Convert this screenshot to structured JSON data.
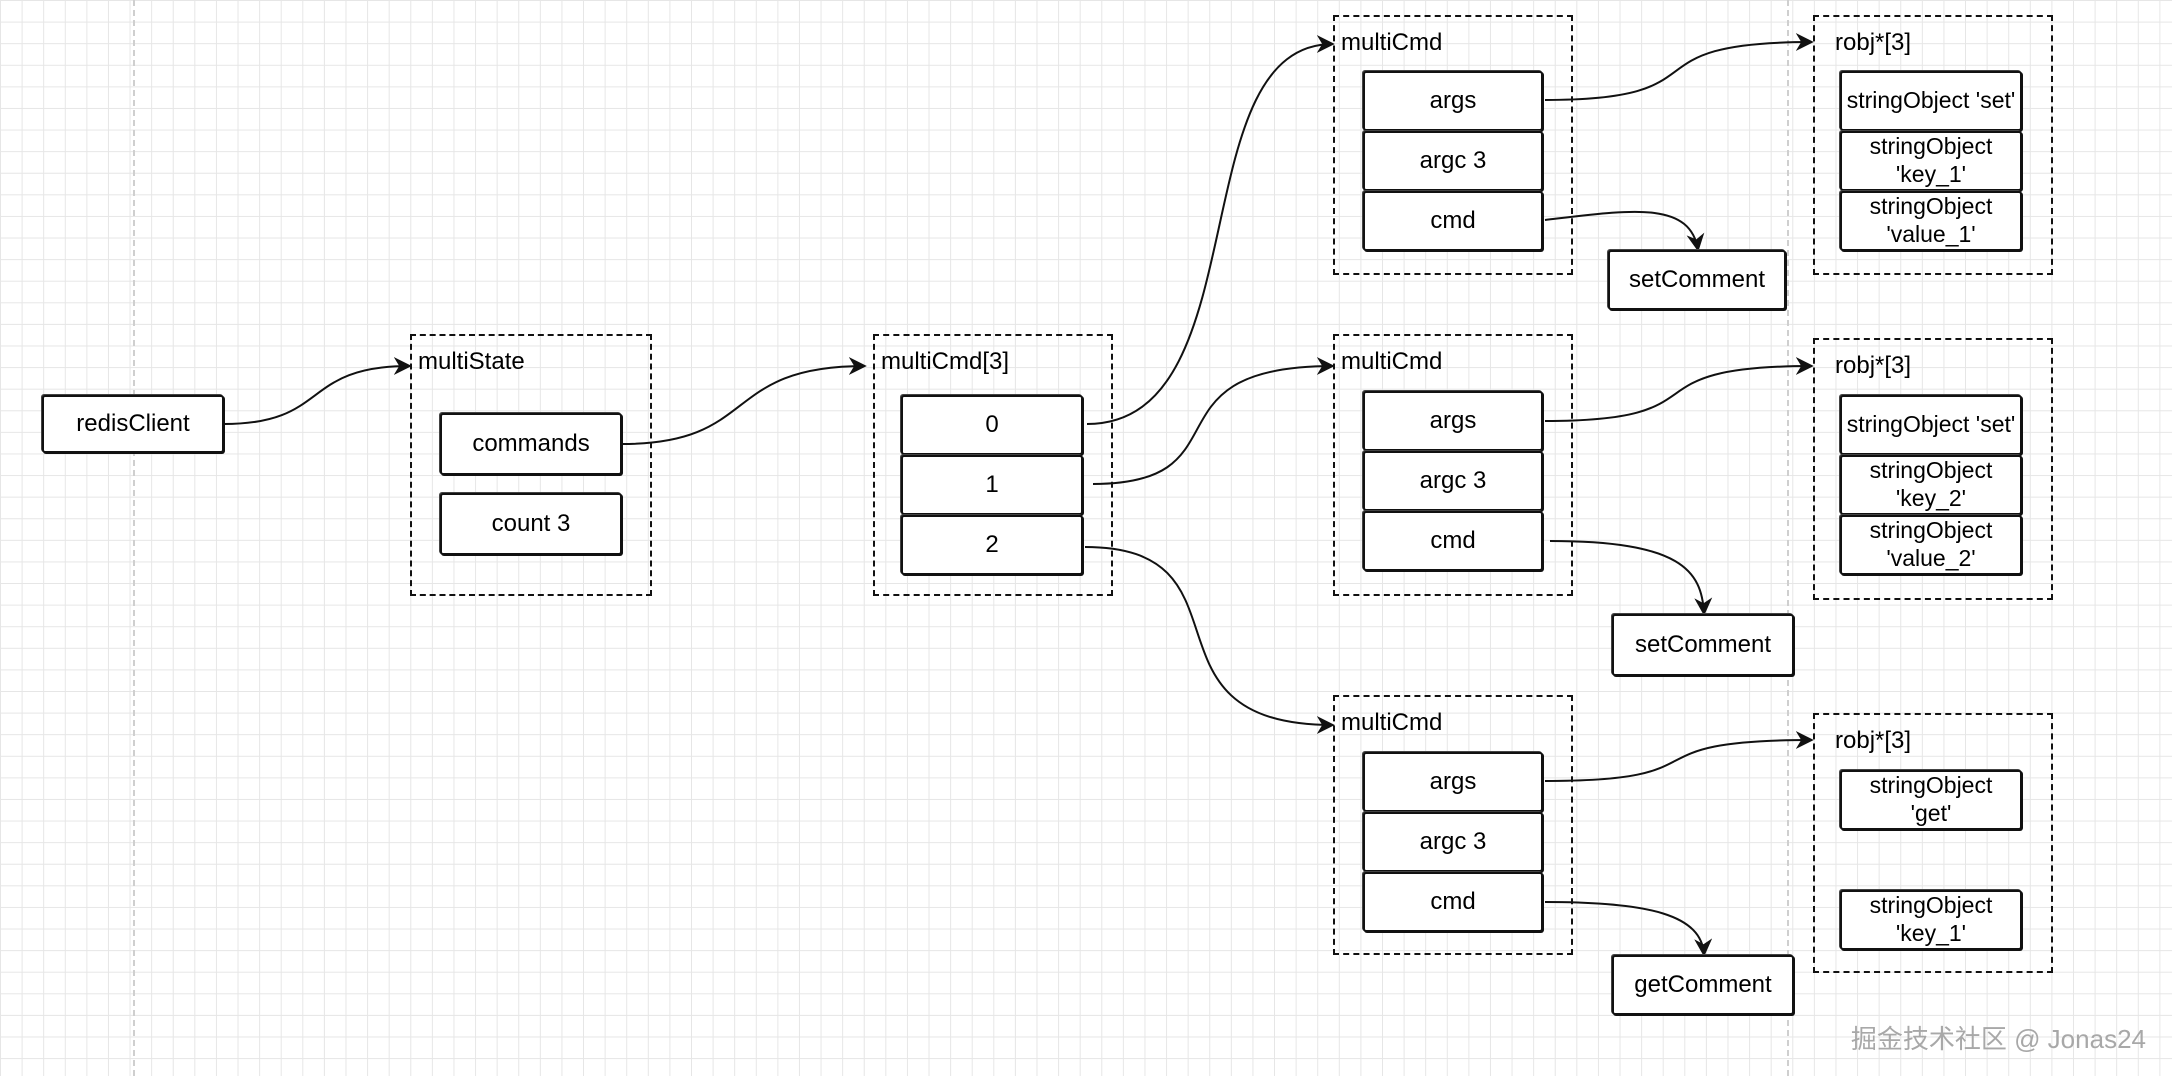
{
  "client": {
    "label": "redisClient"
  },
  "multi_state": {
    "title": "multiState",
    "commands": "commands",
    "count": "count 3"
  },
  "multi_cmd_array": {
    "title": "multiCmd[3]",
    "items": [
      "0",
      "1",
      "2"
    ]
  },
  "commands": [
    {
      "title": "multiCmd",
      "args": "args",
      "argc": "argc 3",
      "cmd": "cmd",
      "handler": "setComment",
      "robj_title": "robj*[3]",
      "objects": [
        "stringObject 'set'",
        "stringObject\n'key_1'",
        "stringObject\n'value_1'"
      ]
    },
    {
      "title": "multiCmd",
      "args": "args",
      "argc": "argc 3",
      "cmd": "cmd",
      "handler": "setComment",
      "robj_title": "robj*[3]",
      "objects": [
        "stringObject 'set'",
        "stringObject\n'key_2'",
        "stringObject\n'value_2'"
      ]
    },
    {
      "title": "multiCmd",
      "args": "args",
      "argc": "argc 3",
      "cmd": "cmd",
      "handler": "getComment",
      "robj_title": "robj*[3]",
      "objects": [
        "stringObject\n'get'",
        "stringObject\n'key_1'"
      ]
    }
  ],
  "watermark": "掘金技术社区 @ Jonas24",
  "colors": {
    "stroke": "#111111",
    "grid": "#e6e6e6",
    "watermark": "#a8a8a8"
  }
}
